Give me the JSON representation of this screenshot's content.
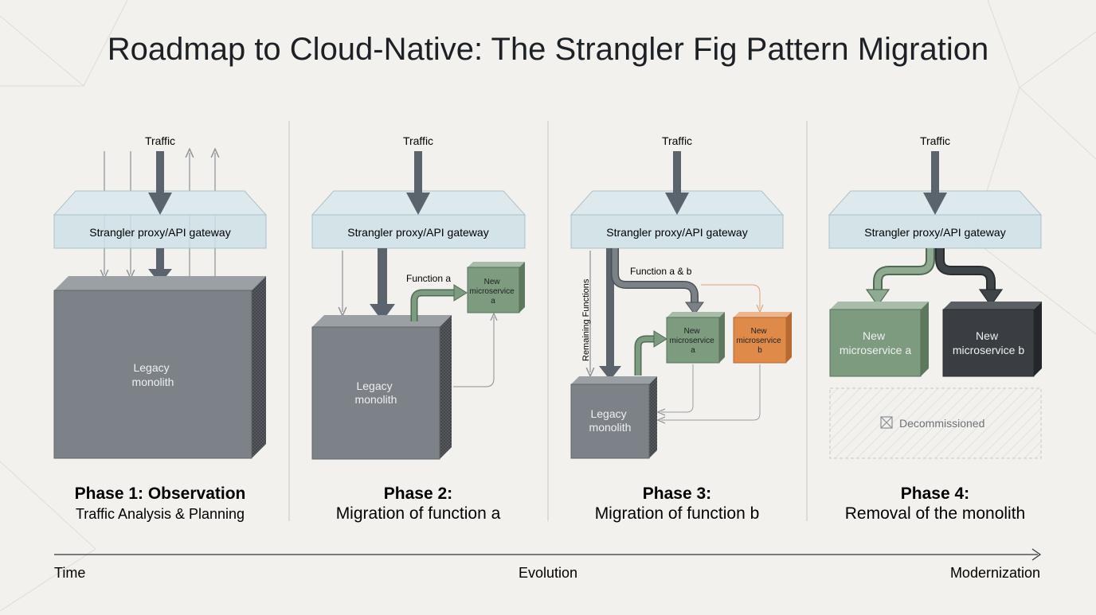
{
  "title": "Roadmap to Cloud-Native: The Strangler Fig Pattern Migration",
  "labels": {
    "traffic": "Traffic",
    "gateway": "Strangler proxy/API gateway",
    "legacy_line1": "Legacy",
    "legacy_line2": "monolith",
    "function_a": "Function a",
    "function_ab": "Function a & b",
    "remaining_functions": "Remaining Functions",
    "new_small_line1": "New",
    "new_small_line2": "microservice",
    "new_small_a": "a",
    "new_small_b": "b",
    "new_a_line1": "New",
    "new_a_line2": "microservice a",
    "new_b_line1": "New",
    "new_b_line2": "microservice b",
    "decommissioned": "Decommissioned"
  },
  "phases": [
    {
      "title": "Phase 1: Observation",
      "subtitle": "Traffic Analysis & Planning"
    },
    {
      "title": "Phase 2:",
      "subtitle": "Migration of function a"
    },
    {
      "title": "Phase 3:",
      "subtitle": "Migration of function b"
    },
    {
      "title": "Phase 4:",
      "subtitle": "Removal of the monolith"
    }
  ],
  "timeline": {
    "start": "Time",
    "middle": "Evolution",
    "end": "Modernization"
  },
  "colors": {
    "background": "#f2f1ed",
    "gateway_fill": "#cfe0e6",
    "monolith": "#7c8287",
    "microservice_green": "#7d9b7e",
    "microservice_orange": "#e08a4a",
    "microservice_dark": "#3a3e42",
    "arrow_dark": "#5b646c"
  }
}
